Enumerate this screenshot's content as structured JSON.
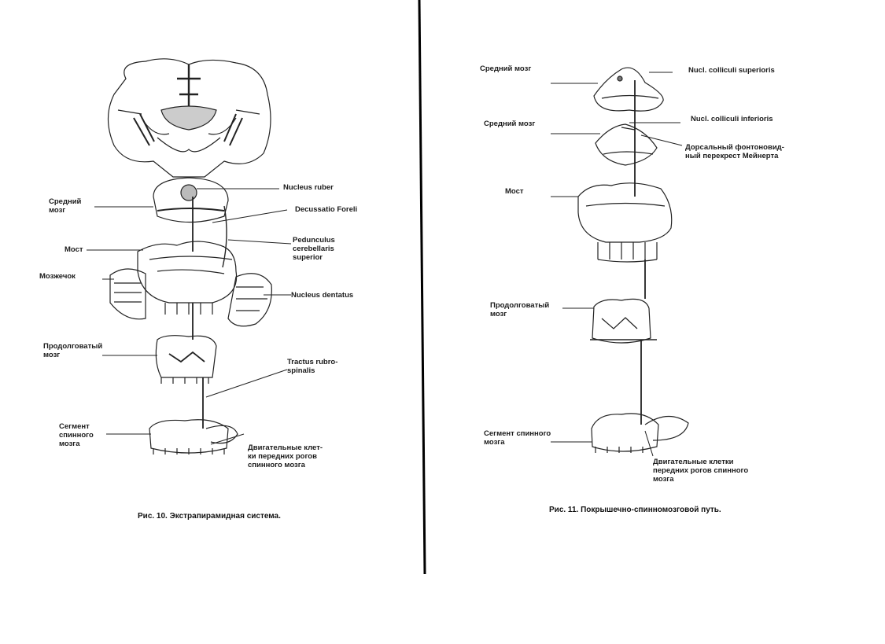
{
  "left_figure": {
    "caption": "Рис. 10. Экстрапирамидная система.",
    "labels": {
      "mid_1": "Средний",
      "mid_2": "мозг",
      "pons": "Мост",
      "cerebellum": "Мозжечок",
      "medulla_1": "Продолговатый",
      "medulla_2": "мозг",
      "segment_1": "Сегмент",
      "segment_2": "спинного",
      "segment_3": "мозга",
      "nucleus_ruber": "Nucleus ruber",
      "decussatio": "Decussatio Foreli",
      "pedunculus_1": "Pedunculus",
      "pedunculus_2": "cerebellaris",
      "pedunculus_3": "superior",
      "dentatus": "Nucleus dentatus",
      "tractus_1": "Tractus rubro-",
      "tractus_2": "spinalis",
      "motor_1": "Двигательные клет-",
      "motor_2": "ки передних рогов",
      "motor_3": "спинного мозга"
    }
  },
  "right_figure": {
    "caption": "Рис. 11. Покрышечно-спинномозговой путь.",
    "labels": {
      "mid_a": "Средний мозг",
      "mid_b": "Средний мозг",
      "pons": "Мост",
      "medulla_1": "Продолговатый",
      "medulla_2": "мозг",
      "segment_1": "Сегмент спинного",
      "segment_2": "мозга",
      "colliculi_sup": "Nucl. colliculi superioris",
      "colliculi_inf": "Nucl. colliculi inferioris",
      "meynert_1": "Дорсальный фонтоновид-",
      "meynert_2": "ный перекрест Мейнерта",
      "motor_1": "Двигательные клетки",
      "motor_2": "передних рогов спинного",
      "motor_3": "мозга"
    }
  }
}
